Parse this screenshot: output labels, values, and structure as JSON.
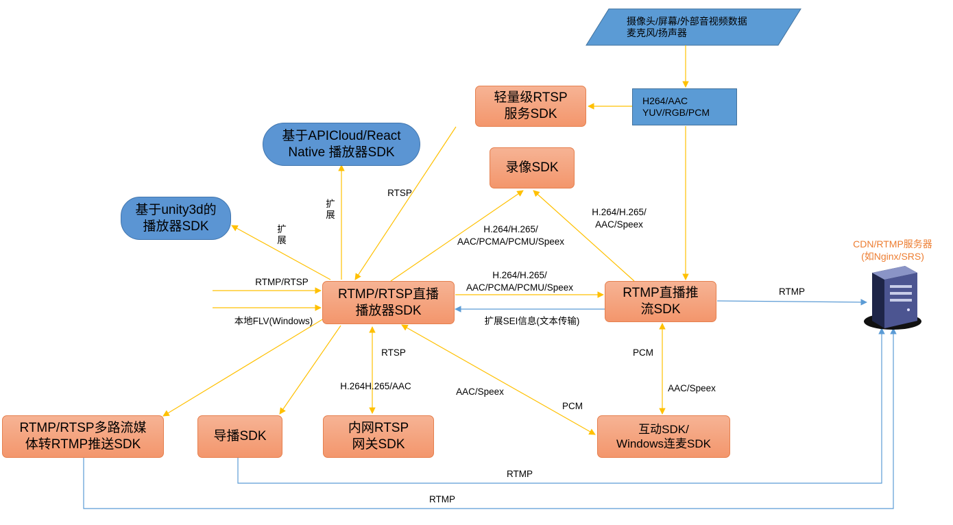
{
  "nodes": {
    "source_data": "摄像头/屏幕/外部音视频数据\n麦克风/扬声器",
    "raw_format": "H264/AAC\nYUV/RGB/PCM",
    "rtsp_server": "轻量级RTSP\n服务SDK",
    "apicloud_player": "基于APICloud/React\nNative 播放器SDK",
    "unity_player": "基于unity3d的\n播放器SDK",
    "recorder": "录像SDK",
    "player": "RTMP/RTSP直播\n播放器SDK",
    "publisher": "RTMP直播推\n流SDK",
    "cdn": "CDN/RTMP服务器\n(如Nginx/SRS)",
    "relay": "RTMP/RTSP多路流媒\n体转RTMP推送SDK",
    "director": "导播SDK",
    "gateway": "内网RTSP\n网关SDK",
    "interactive": "互动SDK/\nWindows连麦SDK"
  },
  "edge_labels": {
    "rtsp_top": "RTSP",
    "ext_apicloud": "扩\n展",
    "ext_unity": "扩\n展",
    "rec_from_player": "H.264/H.265/\nAAC/PCMA/PCMU/Speex",
    "rec_from_publisher": "H.264/H.265/\nAAC/Speex",
    "player_to_publisher": "H.264/H.265/\nAAC/PCMA/PCMU/Speex",
    "sei": "扩展SEI信息(文本传输)",
    "rtmp_in": "RTMP/RTSP",
    "local_flv": "本地FLV(Windows)",
    "rtmp_out": "RTMP",
    "gateway_rtsp": "RTSP",
    "gateway_codec": "H.264H.265/AAC",
    "interactive_aac": "AAC/Speex",
    "interactive_pcm": "PCM",
    "publisher_pcm": "PCM",
    "publisher_aac": "AAC/Speex",
    "director_rtmp": "RTMP",
    "relay_rtmp": "RTMP"
  },
  "icons": {
    "server": "server-icon"
  },
  "colors": {
    "yellow_arrow": "#ffc000",
    "blue_arrow": "#5b9bd5",
    "cdn_text": "#ed7d31"
  }
}
